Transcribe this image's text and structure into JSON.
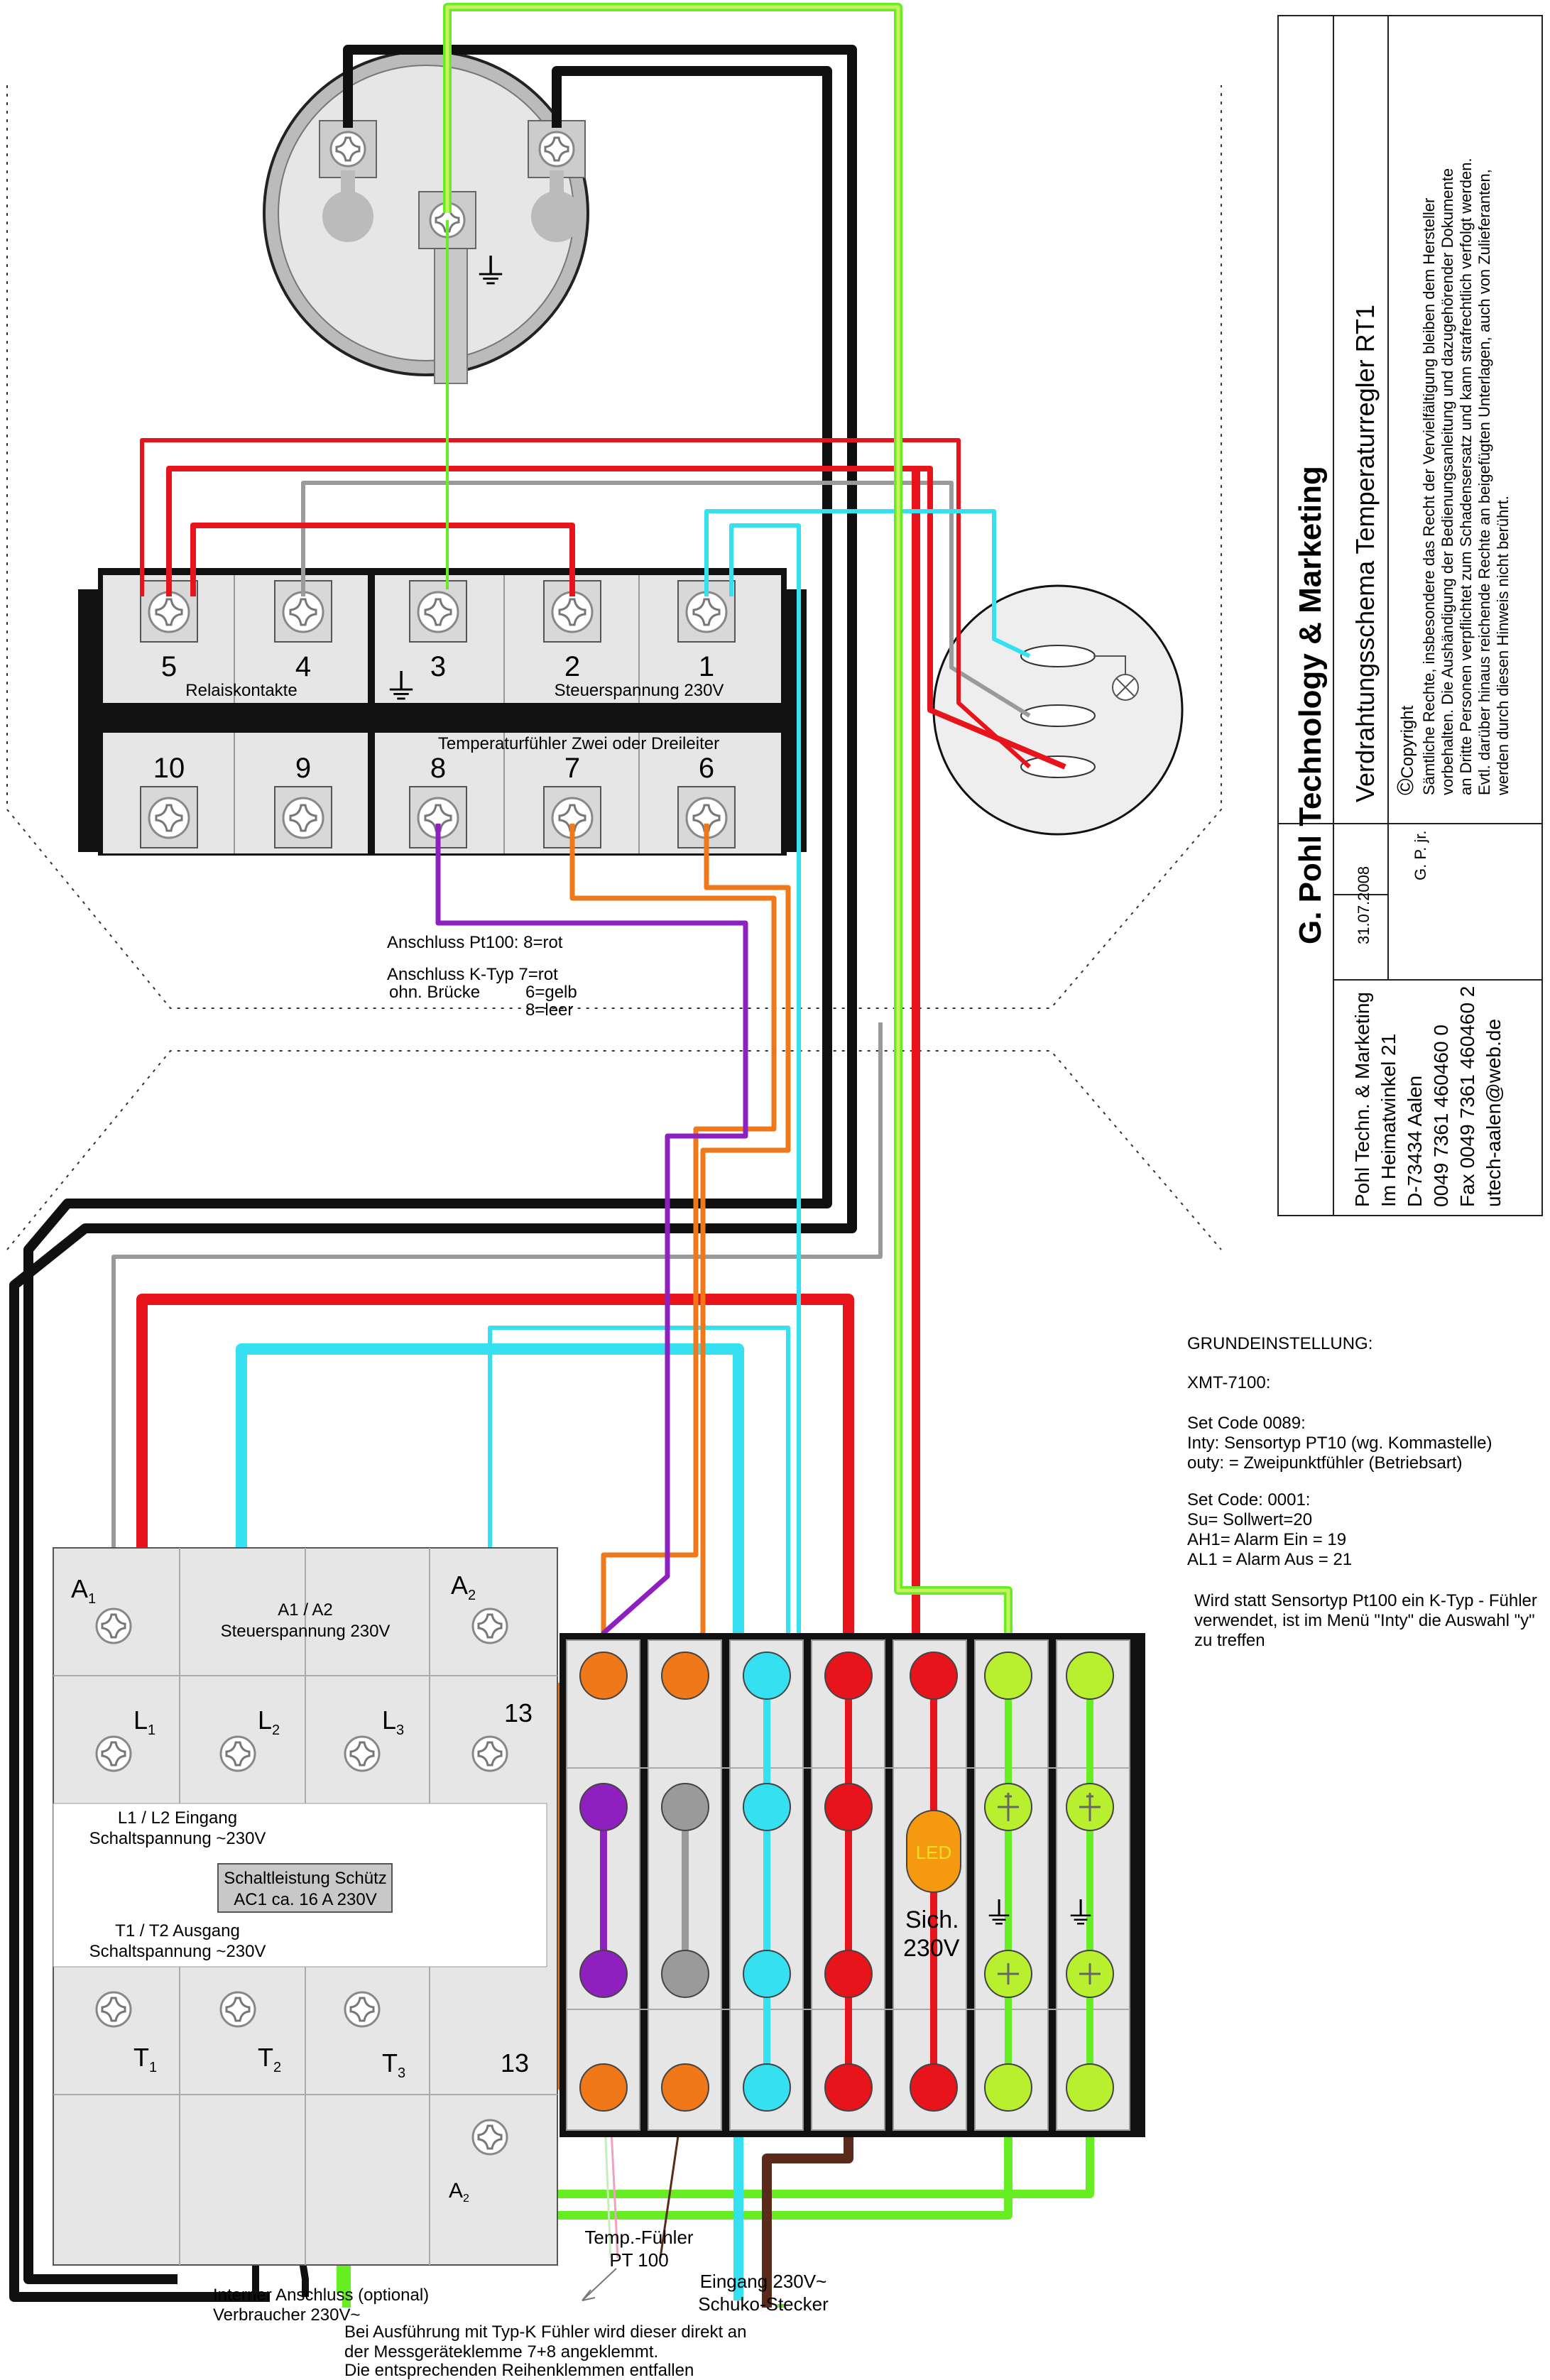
{
  "title_block": {
    "company": "G. Pohl Technology & Marketing",
    "title": "Verdrahtungsschema Temperaturregler RT1",
    "date": "31.07.2008",
    "author": "G. P. jr.",
    "copyright_label": "Copyright",
    "copyright_lines": [
      "Sämtliche Rechte, insbesondere das Recht der Vervielfältigung bleiben dem Hersteller",
      "vorbehalten. Die Aushändigung der Bedienungsanleitung und dazugehörender Dokumente",
      "an Dritte Personen verpflichtet zum Schadensersatz und kann strafrechtlich verfolgt werden.",
      "Evtl. darüber hinaus reichende Rechte an beigefügten Unterlagen, auch von Zulieferanten,",
      "werden durch diesen Hinweis nicht berührt."
    ],
    "address_lines": [
      "Pohl Techn. & Marketing",
      "Im Heimatwinkel 21",
      "D-73434 Aalen",
      "0049 7361 460460 0",
      "Fax 0049 7361 460460 2",
      "utech-aalen@web.de"
    ]
  },
  "controller": {
    "top_row": [
      "5",
      "4",
      "3",
      "2",
      "1"
    ],
    "bottom_row": [
      "10",
      "9",
      "8",
      "7",
      "6"
    ],
    "label_relay": "Relaiskontakte",
    "label_supply": "Steuerspannung 230V",
    "label_sensor": "Temperaturfühler Zwei oder Dreileiter",
    "earth_symbol": "⏚"
  },
  "connection_notes": [
    "Anschluss Pt100: 8=rot",
    "Anschluss K-Typ 7=rot",
    "ohn. Brücke",
    "6=gelb",
    "8=leer"
  ],
  "settings": {
    "heading": "GRUNDEINSTELLUNG:",
    "device": "XMT-7100:",
    "code1": "Set Code 0089:",
    "inty": "Inty: Sensortyp PT10 (wg. Kommastelle)",
    "outy": "outy: = Zweipunktfühler (Betriebsart)",
    "code2": "Set Code: 0001:",
    "su": "Su= Sollwert=20",
    "ah1": "AH1= Alarm Ein = 19",
    "al1": "AL1 = Alarm Aus = 21",
    "note": [
      "Wird statt Sensortyp Pt100 ein K-Typ - Fühler",
      "verwendet, ist im Menü \"Inty\" die Auswahl \"y\"",
      "zu treffen"
    ]
  },
  "contactor": {
    "a1": "A",
    "a1_sub": "1",
    "a2": "A",
    "a2_sub": "2",
    "coil_label": "A1 / A2",
    "coil_voltage": "Steuerspannung 230V",
    "l1": "L",
    "l1_sub": "1",
    "l2": "L",
    "l2_sub": "2",
    "l3": "L",
    "l3_sub": "3",
    "t13": "13",
    "input_label": "L1 / L2 Eingang",
    "input_voltage": "Schaltspannung ~230V",
    "rating_label": "Schaltleistung Schütz",
    "rating_value": "AC1 ca. 16 A  230V",
    "output_label": "T1 / T2 Ausgang",
    "output_voltage": "Schaltspannung ~230V",
    "t1": "T",
    "t1_sub": "1",
    "t2": "T",
    "t2_sub": "2",
    "t3": "T",
    "t3_sub": "3",
    "b13": "13",
    "a3": "A",
    "a3_sub": "2"
  },
  "terminal_strip": {
    "led": "LED",
    "fuse_label": "Sich.",
    "fuse_voltage": "230V",
    "earth_symbol": "⏚"
  },
  "bottom_labels": {
    "sensor": "Temp.-Fühler",
    "sensor_type": "PT 100",
    "input": "Eingang 230V~",
    "plug": "Schuko-Stecker",
    "internal": "Interner Anschluss (optional)",
    "consumer": "Verbraucher 230V~",
    "k_note_1": "Bei Ausführung mit Typ-K Fühler wird dieser direkt an",
    "k_note_2": "der Messgeräteklemme 7+8 angeklemmt.",
    "k_note_3": "Die entsprechenden Reihenklemmen entfallen"
  },
  "colors": {
    "phase": "#e8141b",
    "neutral": "#35e1f0",
    "earth": "#66ee22",
    "earth_light": "#c8f060",
    "sensor_orange": "#f07818",
    "sensor_purple": "#8e20c0",
    "relay_grey": "#9a9a9a",
    "black": "#101010",
    "brown": "#5a2a1a",
    "panel": "#e6e6e6",
    "led_orange": "#f59a10"
  }
}
